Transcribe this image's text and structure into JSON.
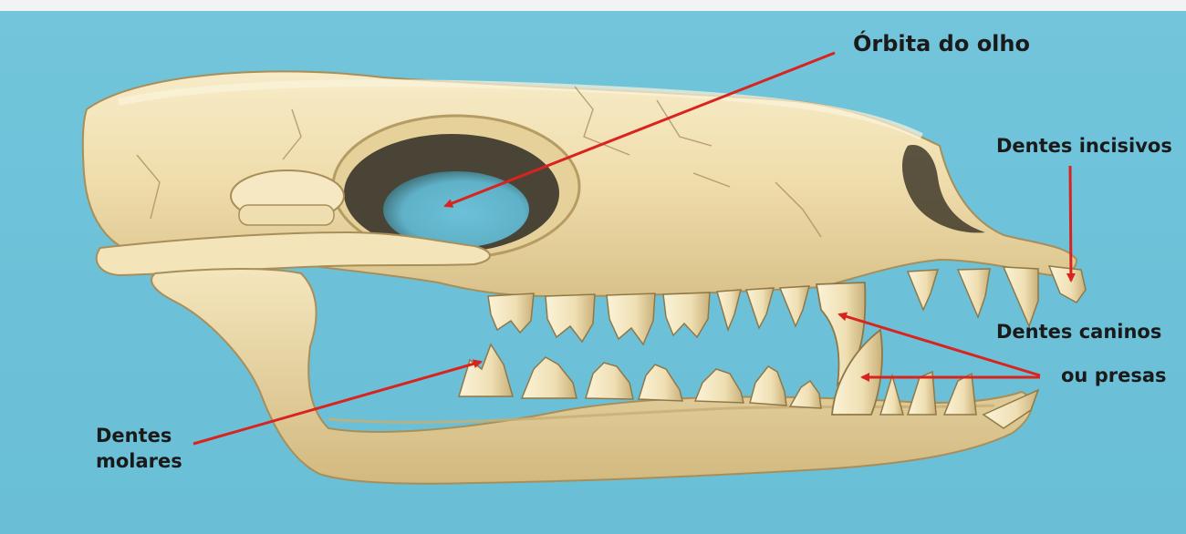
{
  "labels": {
    "orbita": "Órbita do olho",
    "incisivos": "Dentes incisivos",
    "caninos_line1": "Dentes caninos",
    "caninos_line2": "ou presas",
    "molares_line1": "Dentes",
    "molares_line2": "molares"
  },
  "colors": {
    "background": "#6cc1d8",
    "bone": "#f1dfb0",
    "arrow": "#d9231f",
    "text": "#1a1a1a"
  }
}
